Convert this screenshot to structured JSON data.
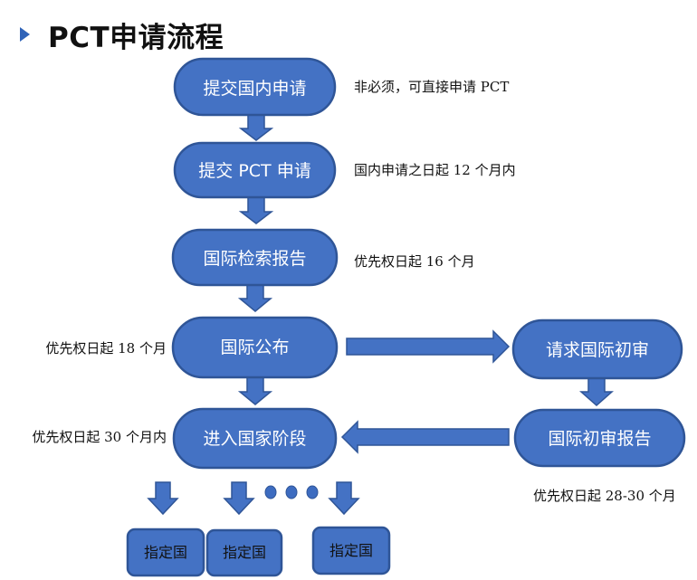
{
  "title": "PCT申请流程",
  "nodes": {
    "domestic_filing": "提交国内申请",
    "pct_filing": "提交 PCT 申请",
    "search_report": "国际检索报告",
    "publication": "国际公布",
    "request_prelim_exam": "请求国际初审",
    "prelim_exam_report": "国际初审报告",
    "national_phase": "进入国家阶段",
    "designated_1": "指定国",
    "designated_2": "指定国",
    "designated_3": "指定国"
  },
  "notes": {
    "domestic_filing": "非必须，可直接申请 PCT",
    "pct_filing": "国内申请之日起 12 个月内",
    "search_report": "优先权日起 16 个月",
    "publication": "优先权日起 18 个月",
    "national_phase": "优先权日起 30 个月内",
    "prelim_exam_report": "优先权日起 28-30 个月"
  },
  "colors": {
    "node_fill": "#4472c4",
    "node_stroke": "#2f5597",
    "accent": "#2f63b8"
  },
  "icons": {
    "header_marker": "triangle-right-icon",
    "arrow": "block-arrow-icon",
    "ellipsis": "dot-icon"
  }
}
